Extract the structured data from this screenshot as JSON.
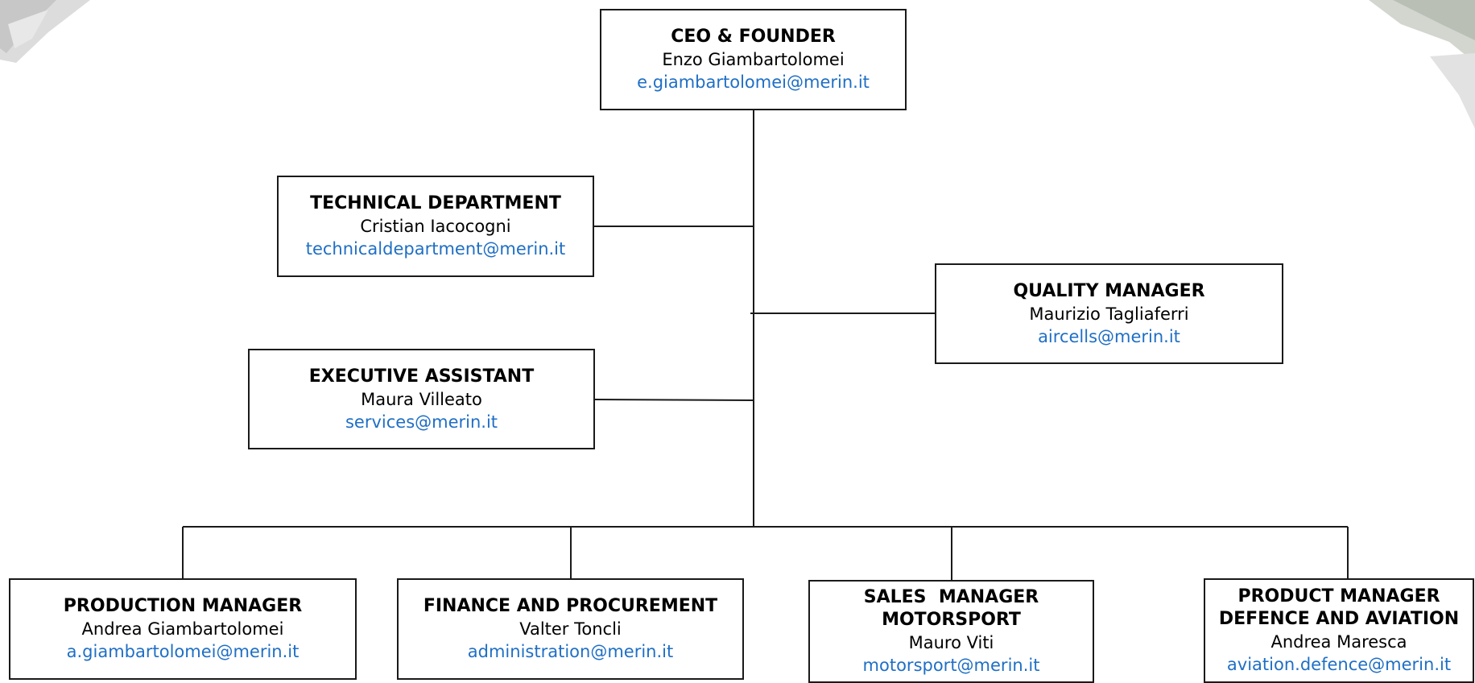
{
  "org_chart": {
    "ceo": {
      "title": "CEO & FOUNDER",
      "person": "Enzo Giambartolomei",
      "email": "e.giambartolomei@merin.it"
    },
    "technical": {
      "title": "TECHNICAL DEPARTMENT",
      "person": "Cristian Iacocogni",
      "email": "technicaldepartment@merin.it"
    },
    "quality": {
      "title": "QUALITY MANAGER",
      "person": "Maurizio Tagliaferri",
      "email": "aircells@merin.it"
    },
    "executive": {
      "title": "EXECUTIVE ASSISTANT",
      "person": "Maura Villeato",
      "email": "services@merin.it"
    },
    "production": {
      "title": "PRODUCTION MANAGER",
      "person": "Andrea Giambartolomei",
      "email": "a.giambartolomei@merin.it"
    },
    "finance": {
      "title": "FINANCE AND PROCUREMENT",
      "person": "Valter Toncli",
      "email": "administration@merin.it"
    },
    "sales": {
      "title_line1": "SALES  MANAGER",
      "title_line2": "MOTORSPORT",
      "person": "Mauro Viti",
      "email": "motorsport@merin.it"
    },
    "product": {
      "title_line1": "PRODUCT MANAGER",
      "title_line2": "DEFENCE AND AVIATION",
      "person": "Andrea Maresca",
      "email": "aviation.defence@merin.it"
    }
  },
  "colors": {
    "email_link": "#1f6fc5",
    "border": "#1a1a1a",
    "connector": "#1a1a1a"
  }
}
